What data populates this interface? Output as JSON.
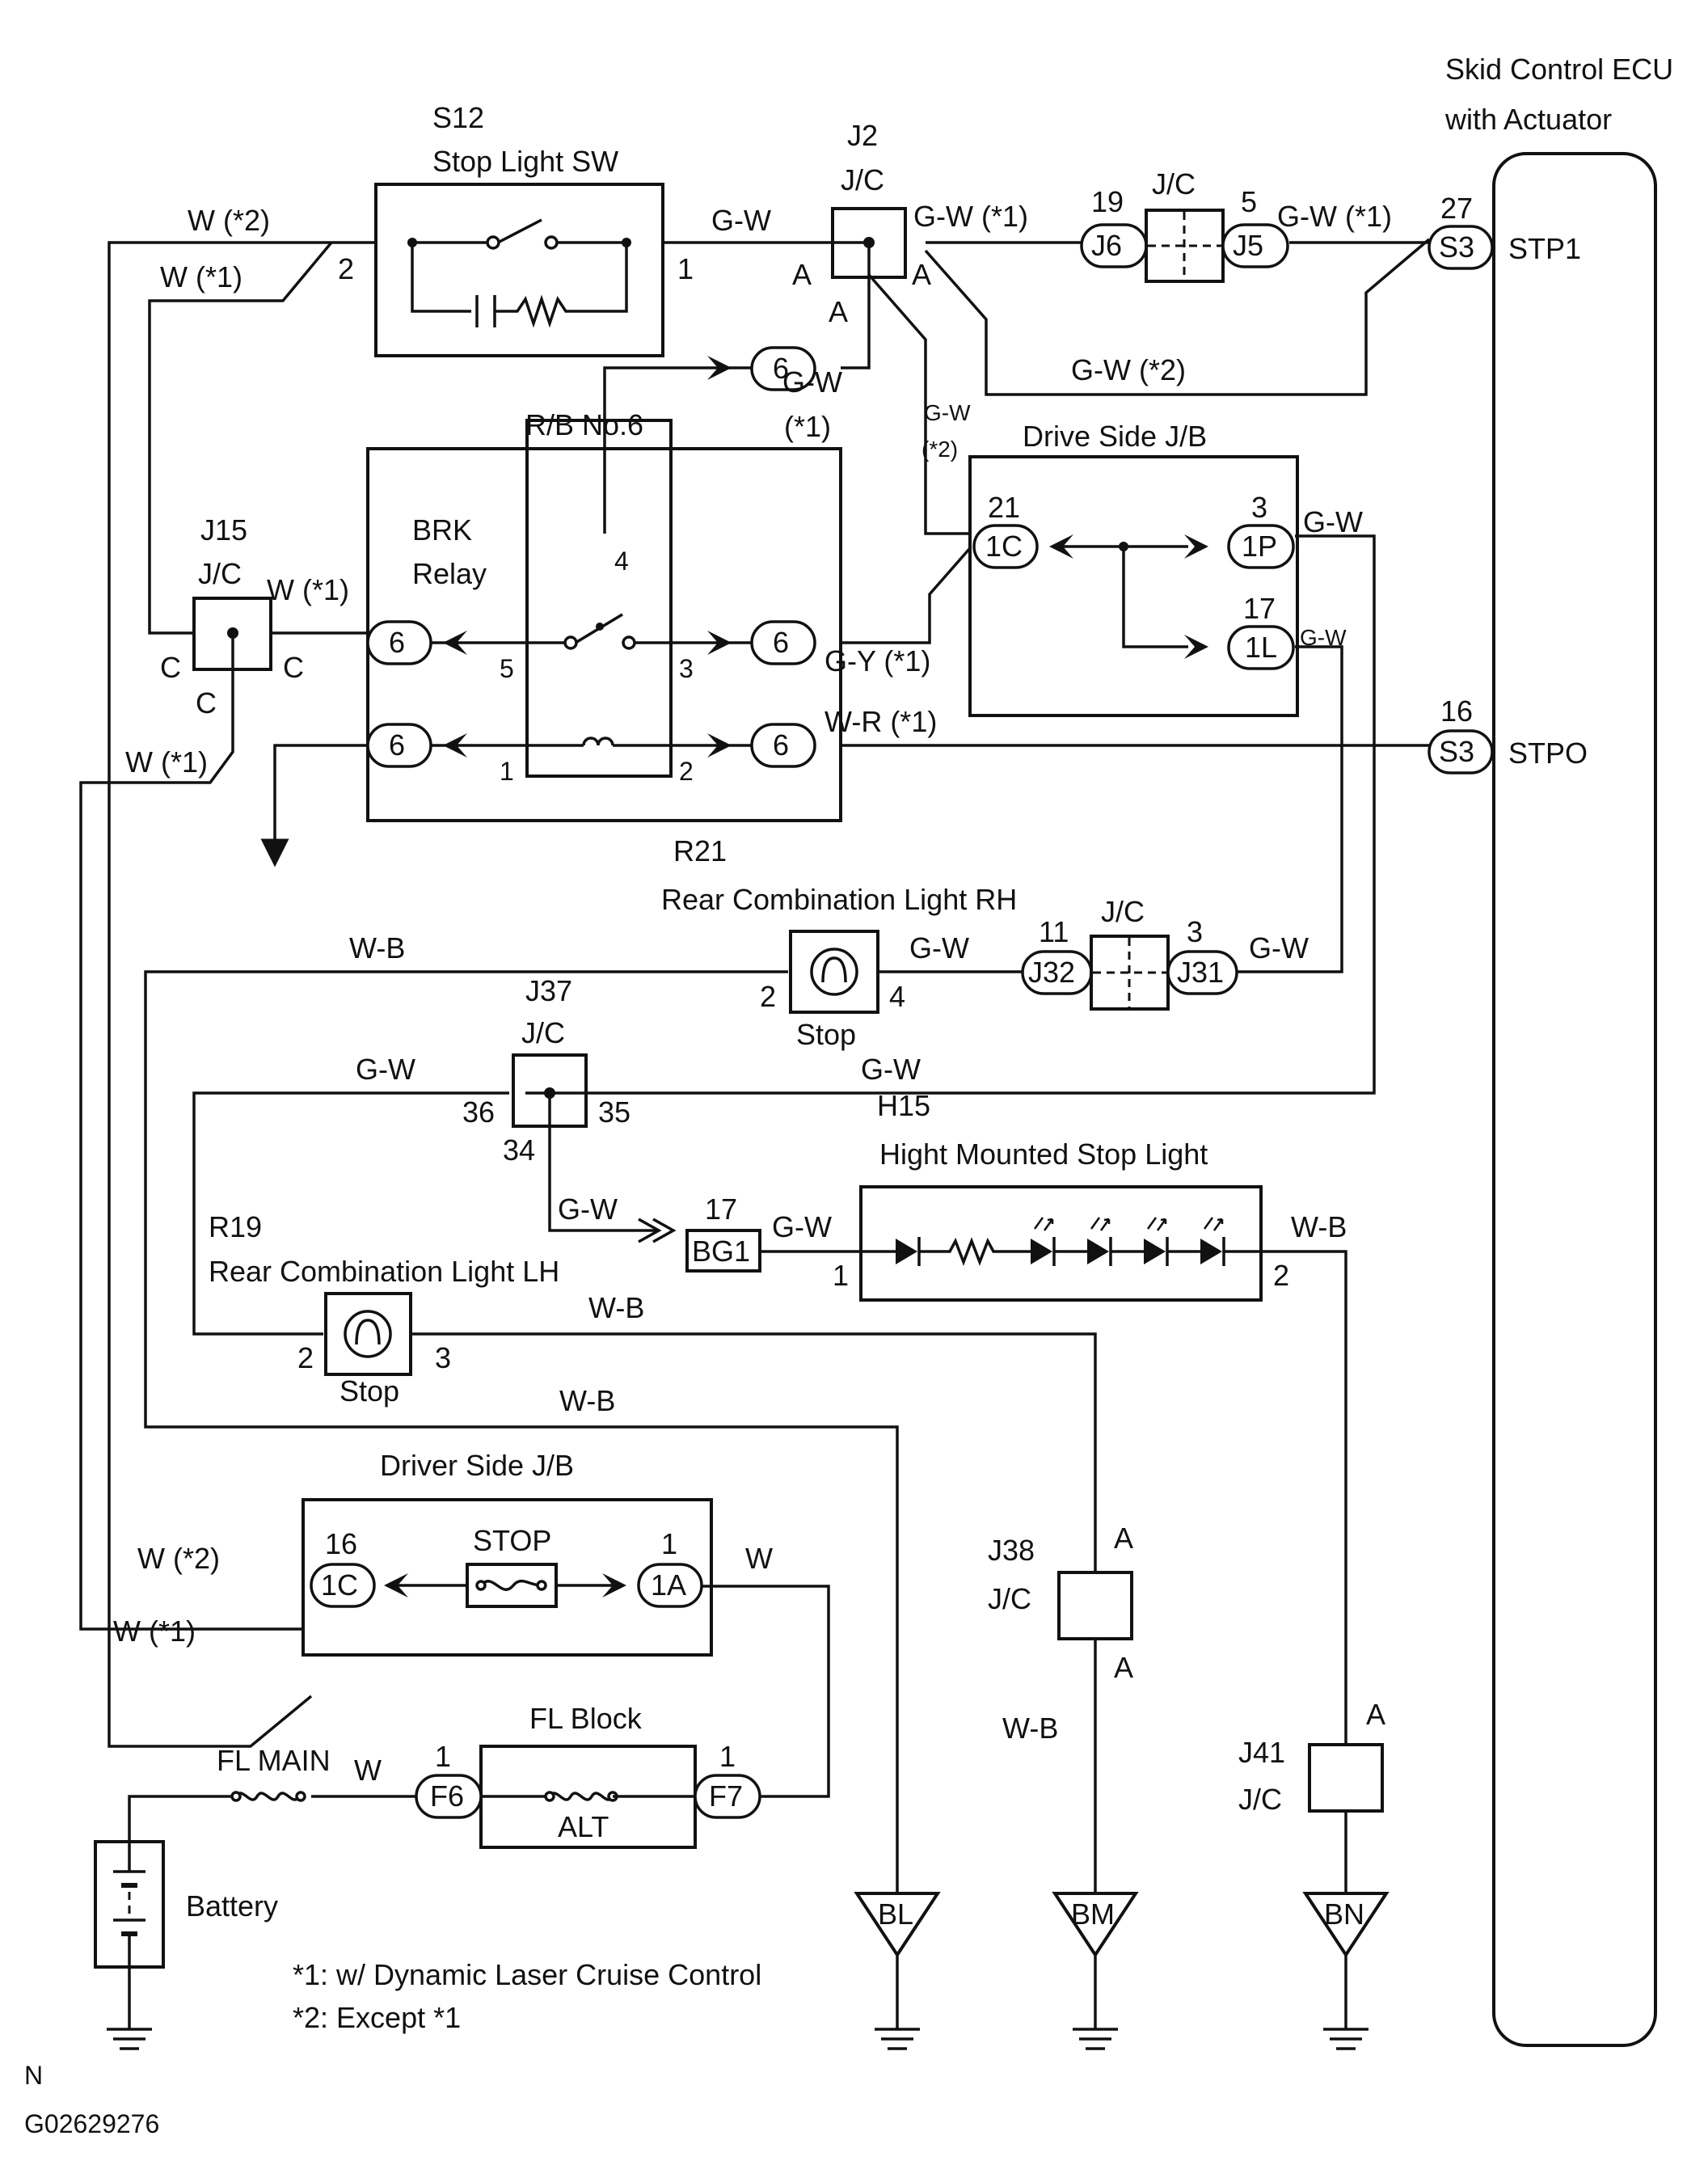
{
  "ecu": {
    "title_line1": "Skid Control ECU",
    "title_line2": "with Actuator",
    "terminal_stp1": "STP1",
    "terminal_stpo": "STPO",
    "pin_27": "27",
    "pin_16": "16",
    "conn_s3": "S3"
  },
  "stop_sw": {
    "id": "S12",
    "name": "Stop Light SW",
    "pin_2": "2",
    "pin_1": "1"
  },
  "j2": {
    "id": "J2",
    "name": "J/C",
    "a_left": "A",
    "a_right": "A",
    "a_bottom": "A"
  },
  "jc_upper": {
    "name": "J/C",
    "j6": "J6",
    "j5": "J5",
    "pin_19": "19",
    "pin_5": "5"
  },
  "rb6": {
    "name": "R/B No.6",
    "relay_line1": "BRK",
    "relay_line2": "Relay",
    "pin_6": "6",
    "pin_4": "4",
    "pin_5": "5",
    "pin_3": "3",
    "pin_1": "1",
    "pin_2": "2"
  },
  "j15": {
    "id": "J15",
    "name": "J/C",
    "c": "C"
  },
  "drive_jb": {
    "name": "Drive Side J/B",
    "c1": "1C",
    "p1": "1P",
    "l1": "1L",
    "pin_21": "21",
    "pin_3": "3",
    "pin_17": "17"
  },
  "r21": {
    "id": "R21",
    "name": "Rear Combination Light RH",
    "stop": "Stop",
    "pin_2": "2",
    "pin_4": "4"
  },
  "jc_rh": {
    "name": "J/C",
    "j32": "J32",
    "j31": "J31",
    "pin_11": "11",
    "pin_3": "3"
  },
  "j37": {
    "id": "J37",
    "name": "J/C",
    "pin_36": "36",
    "pin_35": "35",
    "pin_34": "34"
  },
  "h15": {
    "id": "H15",
    "name": "Hight Mounted Stop Light",
    "pin_1": "1",
    "pin_2": "2"
  },
  "bg1": {
    "label": "BG1",
    "pin": "17"
  },
  "r19": {
    "id": "R19",
    "name": "Rear Combination Light LH",
    "stop": "Stop",
    "pin_2": "2",
    "pin_3": "3"
  },
  "driver_jb": {
    "name": "Driver Side J/B",
    "c1": "1C",
    "a1": "1A",
    "pin_16": "16",
    "pin_1": "1",
    "fuse": "STOP"
  },
  "fl_block": {
    "name": "FL Block",
    "f6": "F6",
    "f7": "F7",
    "pin_1": "1",
    "fuse": "ALT"
  },
  "fl_main": "FL MAIN",
  "battery": "Battery",
  "j38": {
    "id": "J38",
    "name": "J/C",
    "a": "A"
  },
  "j41": {
    "id": "J41",
    "name": "J/C",
    "a": "A"
  },
  "grounds": [
    "BL",
    "BM",
    "BN"
  ],
  "wires": {
    "w1": "W (*1)",
    "w2": "W (*2)",
    "w": "W",
    "gw": "G-W",
    "gw1": "G-W (*1)",
    "gw2": "G-W (*2)",
    "gw_star": "(*1)",
    "gw_star2": "(*2)",
    "gy1": "G-Y (*1)",
    "wr1": "W-R (*1)",
    "wb": "W-B"
  },
  "notes": [
    "*1: w/ Dynamic Laser Cruise Control",
    "*2: Except *1"
  ],
  "footer": {
    "n": "N",
    "code": "G02629276"
  }
}
